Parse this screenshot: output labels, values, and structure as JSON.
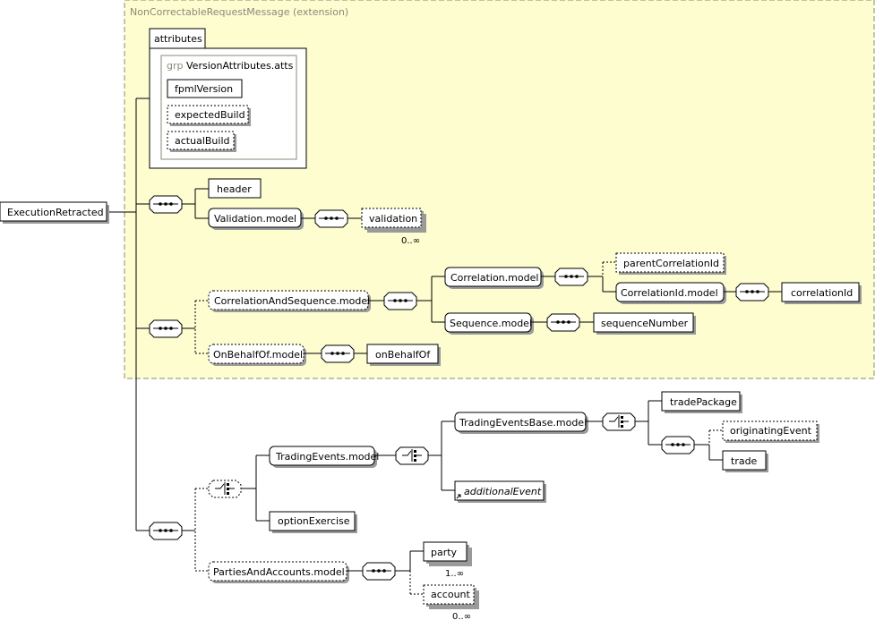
{
  "extension": {
    "label": "NonCorrectableRequestMessage (extension)",
    "bg": "#fdfdd0"
  },
  "attributes_tab": "attributes",
  "attribute_group": {
    "prefix": "grp",
    "name": "VersionAttributes.atts",
    "items": [
      "fpmlVersion",
      "expectedBuild",
      "actualBuild"
    ]
  },
  "root": "ExecutionRetracted",
  "nodes": {
    "header": "header",
    "validation_model": "Validation.model",
    "validation": "validation",
    "validation_card": "0..∞",
    "corr_seq_model": "CorrelationAndSequence.model",
    "correlation_model": "Correlation.model",
    "parent_correlation_id": "parentCorrelationId",
    "correlation_id_model": "CorrelationId.model",
    "correlation_id": "correlationId",
    "sequence_model": "Sequence.model",
    "sequence_number": "sequenceNumber",
    "on_behalf_of_model": "OnBehalfOf.model",
    "on_behalf_of": "onBehalfOf",
    "trading_events_model": "TradingEvents.model",
    "trading_events_base_model": "TradingEventsBase.model",
    "trade_package": "tradePackage",
    "originating_event": "originatingEvent",
    "trade": "trade",
    "additional_event": "additionalEvent",
    "option_exercise": "optionExercise",
    "parties_accounts_model": "PartiesAndAccounts.model",
    "party": "party",
    "party_card": "1..∞",
    "account": "account",
    "account_card": "0..∞"
  }
}
